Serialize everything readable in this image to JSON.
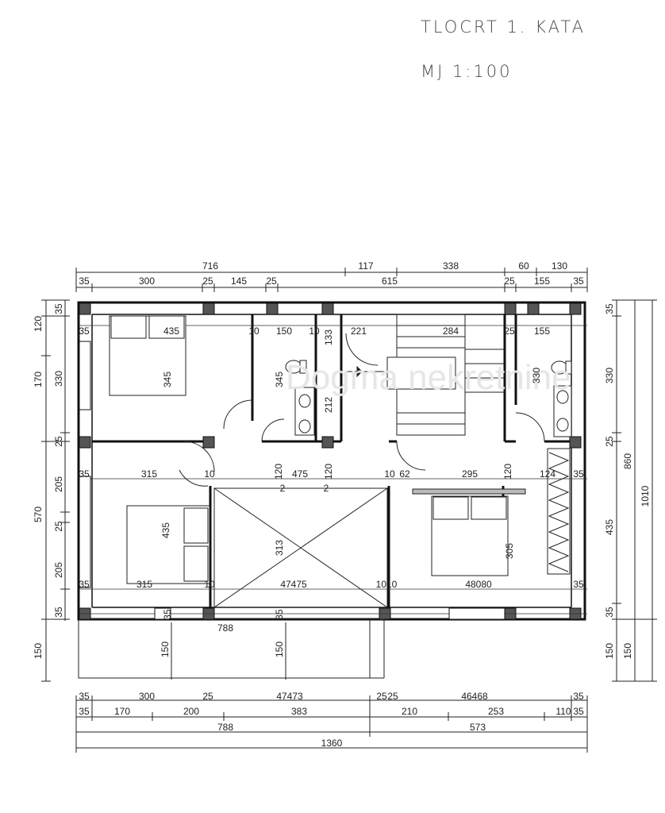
{
  "title": "TLOCRT 1. KATA",
  "scale": "MJ 1:100",
  "watermark": "Dogma nekretnine",
  "dims": {
    "top1": [
      "716",
      "117",
      "338",
      "60",
      "130"
    ],
    "top2": [
      "35",
      "300",
      "25",
      "145",
      "25",
      "615",
      "25",
      "155",
      "35"
    ],
    "bottom1": [
      "35",
      "300",
      "25",
      "47473",
      "25",
      "25",
      "46468",
      "35"
    ],
    "bottom2": [
      "35",
      "170",
      "200",
      "383",
      "210",
      "253",
      "110",
      "35"
    ],
    "bottom3": [
      "788",
      "573"
    ],
    "bottom4": "1360",
    "left1": [
      "120",
      "170",
      "570",
      "150"
    ],
    "left2": [
      "35",
      "330",
      "25",
      "205",
      "25",
      "205",
      "35"
    ],
    "right1": [
      "35",
      "330",
      "25",
      "435",
      "35",
      "150"
    ],
    "right2": [
      "860",
      "150"
    ],
    "right3": "1010",
    "inner": {
      "r1": [
        "35",
        "435",
        "10",
        "150",
        "10",
        "221",
        "284",
        "25",
        "155"
      ],
      "r2": [
        "345",
        "345",
        "133",
        "212",
        "330"
      ],
      "r3": [
        "35",
        "315",
        "10",
        "120",
        "475",
        "120",
        "10",
        "62",
        "295",
        "120",
        "124",
        "35"
      ],
      "r4": [
        "435",
        "313",
        "305",
        "2",
        "2"
      ],
      "r5": [
        "35",
        "315",
        "10",
        "47475",
        "1010",
        "48080",
        "35"
      ],
      "r6": [
        "35",
        "35",
        "788",
        "150",
        "150"
      ]
    }
  },
  "colors": {
    "wall": "#111111",
    "line": "#222222",
    "title": "#4a4a4a"
  }
}
